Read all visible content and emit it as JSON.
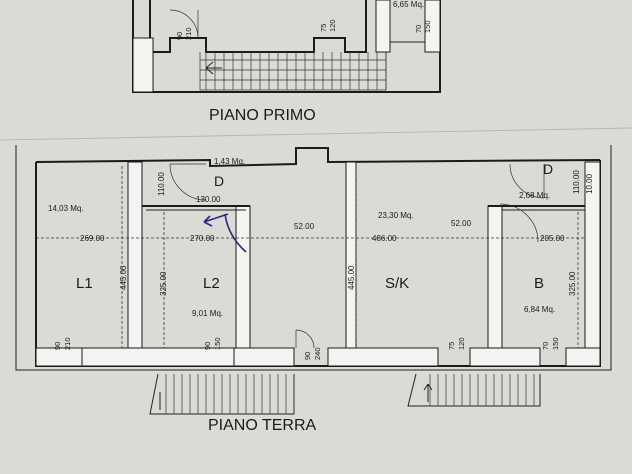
{
  "floors": {
    "upper": {
      "title": "PIANO PRIMO",
      "area_label": "6,65 Mq.",
      "door_dims": [
        {
          "w": "90",
          "h": "210"
        },
        {
          "w": "75",
          "h": "120"
        },
        {
          "w": "70",
          "h": "150"
        }
      ]
    },
    "ground": {
      "title": "PIANO TERRA",
      "rooms": [
        {
          "name": "L1",
          "area": "14,03 Mq."
        },
        {
          "name": "L2",
          "area": "9,01 Mq."
        },
        {
          "name": "D",
          "area": "1,43 Mq."
        },
        {
          "name": "S/K",
          "area": "23,30 Mq."
        },
        {
          "name": "D",
          "area": "2,68 Mq."
        },
        {
          "name": "B",
          "area": "6,84 Mq."
        }
      ],
      "dimensions": {
        "l1_width": "269.00",
        "l2_width": "270.00",
        "passage_1": "52.00",
        "sk_width": "486.00",
        "passage_2": "52.00",
        "b_width": "205.00",
        "d_left_width": "130.00",
        "height_left": "445.00",
        "height_mid": "445.00",
        "l2_height": "325.00",
        "b_height": "325.00",
        "d_left_height": "110.00",
        "d_right_height_1": "110.00",
        "d_right_height_2": "10.00"
      },
      "openings": [
        {
          "w": "90",
          "h": "210"
        },
        {
          "w": "90",
          "h": "150"
        },
        {
          "w": "90",
          "h": "240"
        },
        {
          "w": "75",
          "h": "120"
        },
        {
          "w": "70",
          "h": "150"
        }
      ]
    }
  }
}
